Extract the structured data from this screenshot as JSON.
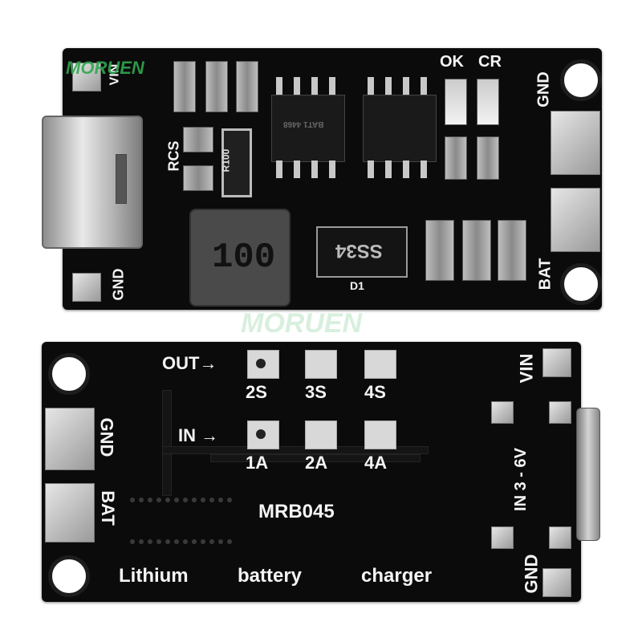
{
  "top_board": {
    "watermark": "MORUEN",
    "inductor_code": "100",
    "diode_code": "SS34",
    "resistor_code": "R100",
    "chip_left_code": "BAT1 4468",
    "led_labels": {
      "ok": "OK",
      "cr": "CR"
    },
    "silk": {
      "vin": "VIN",
      "rcs": "RCS",
      "gnd_left": "GND",
      "gnd_right": "GND",
      "bat": "BAT",
      "diode": "D1"
    }
  },
  "bottom_board": {
    "watermark": "MORUEN",
    "out_label": "OUT→",
    "in_label": "IN →",
    "out_options": [
      "2S",
      "3S",
      "4S"
    ],
    "in_options": [
      "1A",
      "2A",
      "4A"
    ],
    "model": "MRB045",
    "product_words": [
      "Lithium",
      "battery",
      "charger"
    ],
    "silk": {
      "gnd": "GND",
      "bat": "BAT",
      "vin": "VIN",
      "input_range": "IN 3 - 6V",
      "gnd_right": "GND"
    }
  },
  "colors": {
    "pcb": "#0b0b0b",
    "silkscreen": "#f4f4f4",
    "pad": "#c0c0c0",
    "watermark": "#2fa84f"
  }
}
